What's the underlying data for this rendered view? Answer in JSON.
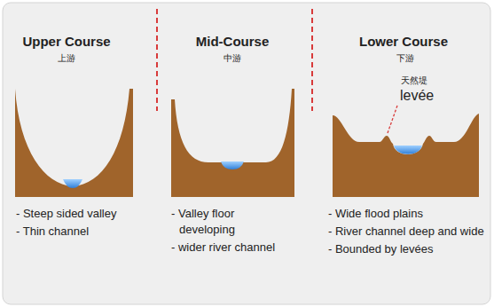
{
  "diagram": {
    "labels": [
      "Upper Course",
      "上游",
      "- Steep sided valley",
      "- Thin channel",
      "Mid-Course",
      "中游",
      "- Valley floor developing",
      "- wider river channel",
      "Lower Course",
      "下游",
      "天然堤",
      "levée",
      "- Wide flood plains",
      "- River channel deep and wide",
      "- Bounded by levées"
    ]
  }
}
